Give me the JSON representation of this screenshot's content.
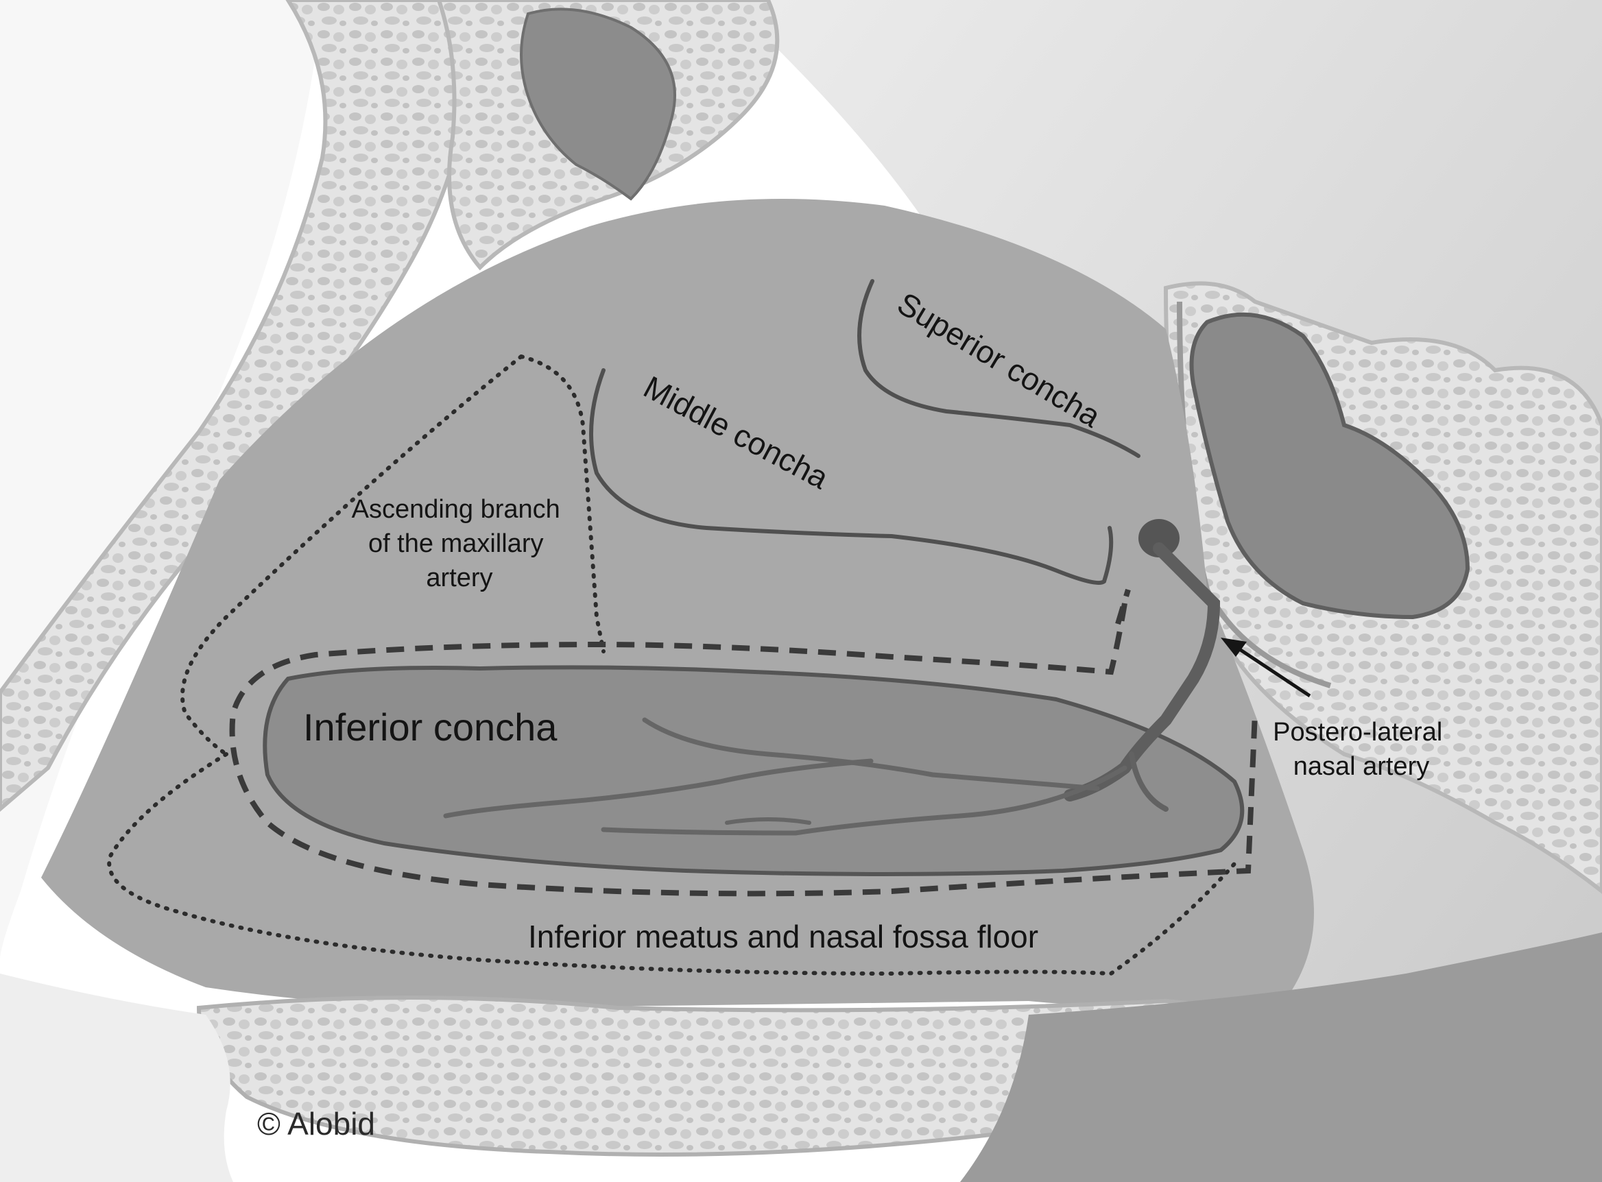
{
  "labels": {
    "superior_concha": "Superior concha",
    "middle_concha": "Middle concha",
    "ascending_branch": [
      "Ascending branch",
      "of the maxillary",
      "artery"
    ],
    "inferior_concha": "Inferior concha",
    "postero_lateral": [
      "Postero-lateral",
      "nasal artery"
    ],
    "inferior_meatus": "Inferior meatus and nasal fossa floor"
  },
  "copyright": "© Alobid",
  "colors": {
    "background": "#ffffff",
    "light_tissue": "#d9d9d9",
    "bone": "#e3e3e3",
    "cavity": "#a9a9a9",
    "inferior_concha_fill": "#8e8e8e",
    "sinus": "#8a8a8a",
    "vessel": "#666666",
    "outline": "#505050",
    "dash_line": "#3a3a3a",
    "text": "#141414"
  }
}
